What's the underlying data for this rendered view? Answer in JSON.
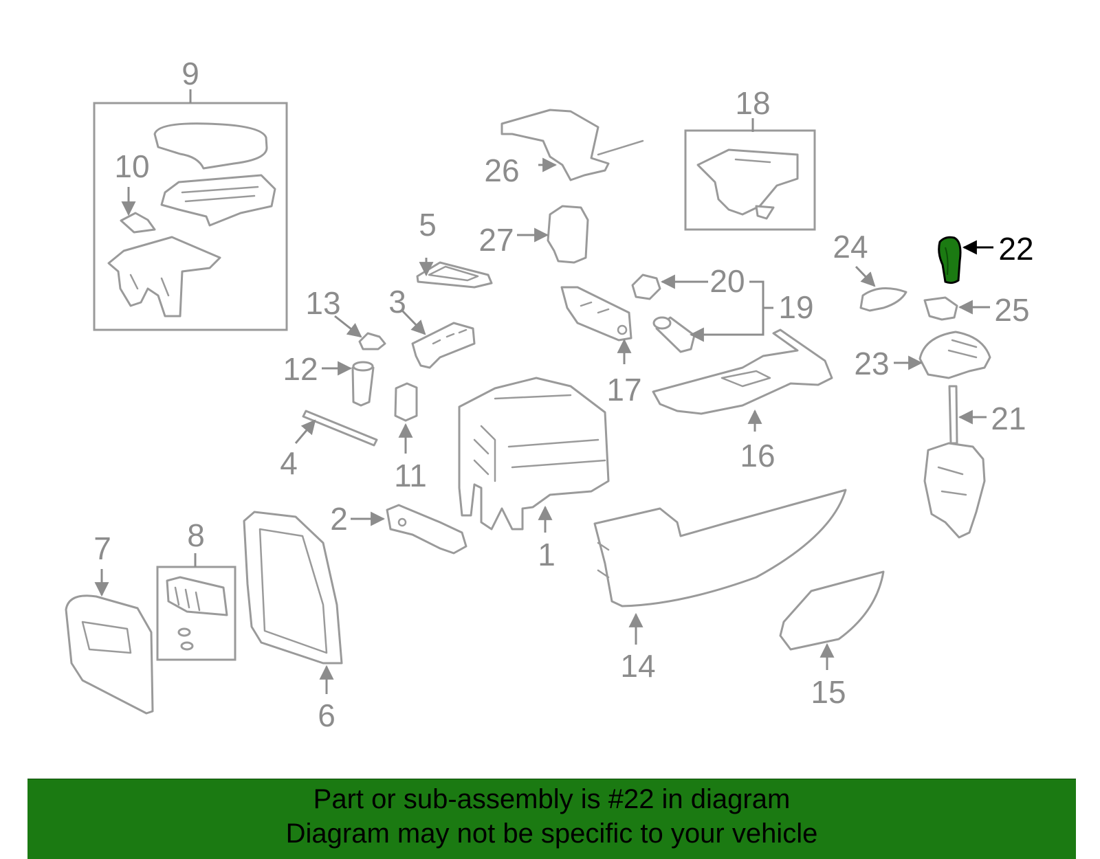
{
  "diagram": {
    "highlight_color": "#1b7a12",
    "highlighted_part": "22",
    "callouts": [
      "1",
      "2",
      "3",
      "4",
      "5",
      "6",
      "7",
      "8",
      "9",
      "10",
      "11",
      "12",
      "13",
      "14",
      "15",
      "16",
      "17",
      "18",
      "19",
      "20",
      "21",
      "22",
      "23",
      "24",
      "25",
      "26",
      "27"
    ]
  },
  "banner": {
    "line1": "Part or sub-assembly is #22 in diagram",
    "line2": "Diagram may not be specific to your vehicle",
    "background": "#1b7a12"
  }
}
